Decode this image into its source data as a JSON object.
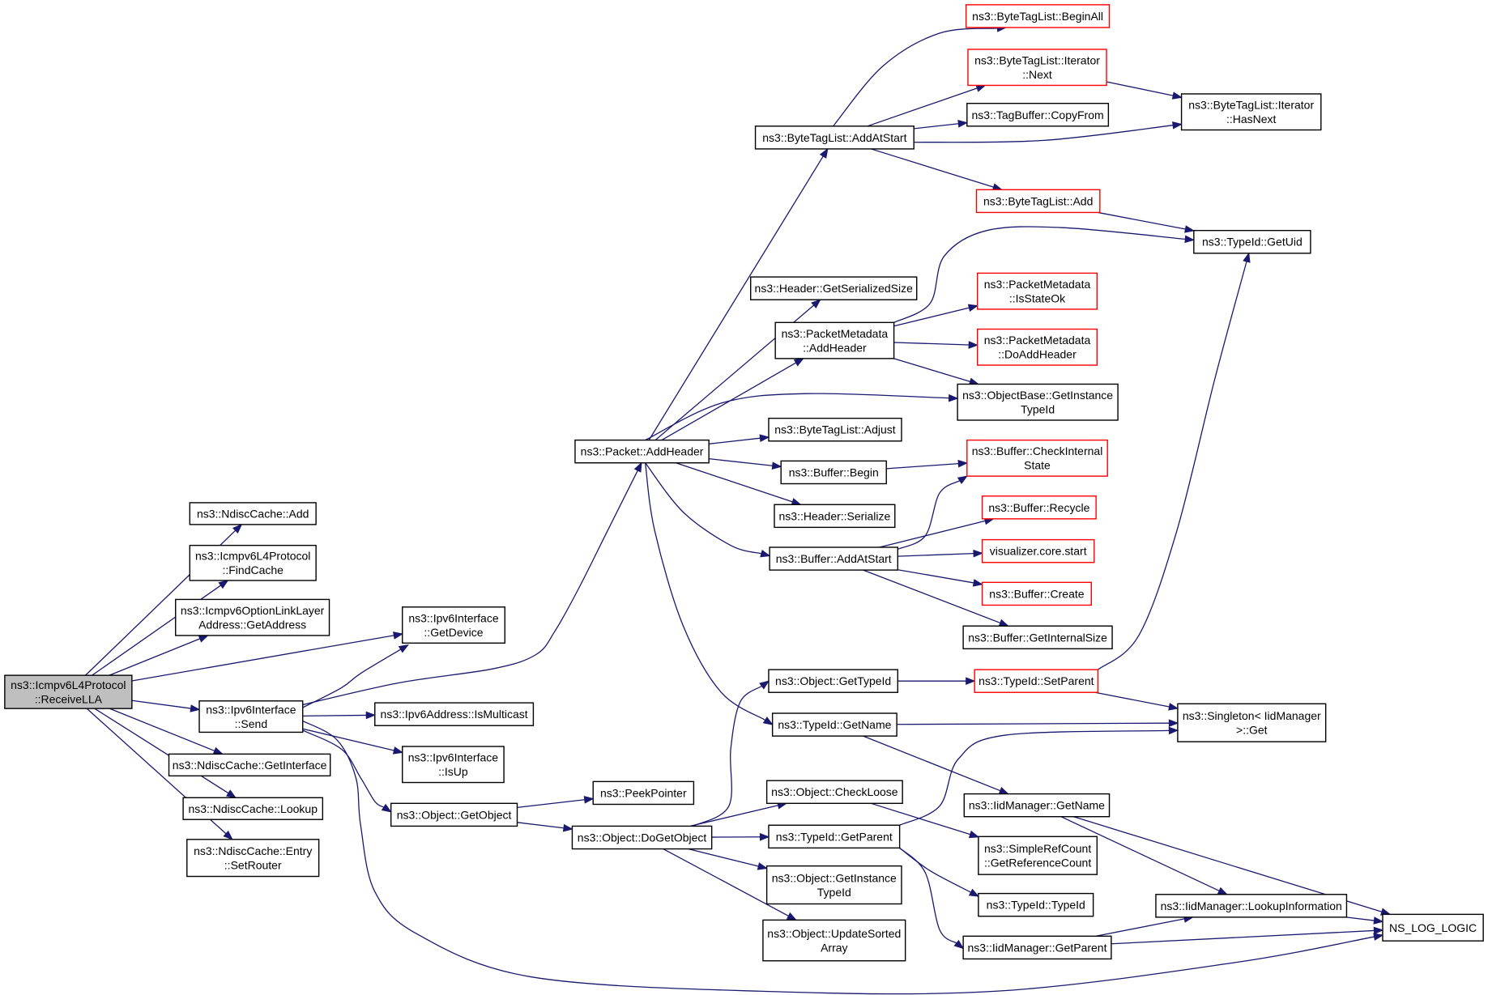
{
  "colors": {
    "edge": "#191970",
    "border_normal": "#000000",
    "border_truncated": "#ff0000",
    "root_fill": "#bfbfbf",
    "background": "#ffffff"
  },
  "nodes": [
    {
      "id": "root",
      "lines": [
        "ns3::Icmpv6L4Protocol",
        "::ReceiveLLA"
      ],
      "style": "root"
    },
    {
      "id": "ndisc_add",
      "lines": [
        "ns3::NdiscCache::Add"
      ],
      "style": "normal"
    },
    {
      "id": "findcache",
      "lines": [
        "ns3::Icmpv6L4Protocol",
        "::FindCache"
      ],
      "style": "normal"
    },
    {
      "id": "getaddress",
      "lines": [
        "ns3::Icmpv6OptionLinkLayer",
        "Address::GetAddress"
      ],
      "style": "normal"
    },
    {
      "id": "getdevice",
      "lines": [
        "ns3::Ipv6Interface",
        "::GetDevice"
      ],
      "style": "normal"
    },
    {
      "id": "send",
      "lines": [
        "ns3::Ipv6Interface",
        "::Send"
      ],
      "style": "normal"
    },
    {
      "id": "getinterface",
      "lines": [
        "ns3::NdiscCache::GetInterface"
      ],
      "style": "normal"
    },
    {
      "id": "lookup",
      "lines": [
        "ns3::NdiscCache::Lookup"
      ],
      "style": "normal"
    },
    {
      "id": "setrouter",
      "lines": [
        "ns3::NdiscCache::Entry",
        "::SetRouter"
      ],
      "style": "normal"
    },
    {
      "id": "ismulticast",
      "lines": [
        "ns3::Ipv6Address::IsMulticast"
      ],
      "style": "normal"
    },
    {
      "id": "isup",
      "lines": [
        "ns3::Ipv6Interface",
        "::IsUp"
      ],
      "style": "normal"
    },
    {
      "id": "getobject",
      "lines": [
        "ns3::Object::GetObject"
      ],
      "style": "normal"
    },
    {
      "id": "peekpointer",
      "lines": [
        "ns3::PeekPointer"
      ],
      "style": "normal"
    },
    {
      "id": "dogetobject",
      "lines": [
        "ns3::Object::DoGetObject"
      ],
      "style": "normal"
    },
    {
      "id": "addheader",
      "lines": [
        "ns3::Packet::AddHeader"
      ],
      "style": "normal"
    },
    {
      "id": "btl_addatstart",
      "lines": [
        "ns3::ByteTagList::AddAtStart"
      ],
      "style": "normal"
    },
    {
      "id": "btl_beginall",
      "lines": [
        "ns3::ByteTagList::BeginAll"
      ],
      "style": "truncated"
    },
    {
      "id": "btl_iter_next",
      "lines": [
        "ns3::ByteTagList::Iterator",
        "::Next"
      ],
      "style": "truncated"
    },
    {
      "id": "tagbuffer_copy",
      "lines": [
        "ns3::TagBuffer::CopyFrom"
      ],
      "style": "normal"
    },
    {
      "id": "btl_iter_hasnext",
      "lines": [
        "ns3::ByteTagList::Iterator",
        "::HasNext"
      ],
      "style": "normal"
    },
    {
      "id": "btl_add",
      "lines": [
        "ns3::ByteTagList::Add"
      ],
      "style": "truncated"
    },
    {
      "id": "getuid",
      "lines": [
        "ns3::TypeId::GetUid"
      ],
      "style": "normal"
    },
    {
      "id": "header_sersize",
      "lines": [
        "ns3::Header::GetSerializedSize"
      ],
      "style": "normal"
    },
    {
      "id": "pm_addheader",
      "lines": [
        "ns3::PacketMetadata",
        "::AddHeader"
      ],
      "style": "normal"
    },
    {
      "id": "pm_isstateok",
      "lines": [
        "ns3::PacketMetadata",
        "::IsStateOk"
      ],
      "style": "truncated"
    },
    {
      "id": "pm_doaddheader",
      "lines": [
        "ns3::PacketMetadata",
        "::DoAddHeader"
      ],
      "style": "truncated"
    },
    {
      "id": "ob_getinstancetypeid",
      "lines": [
        "ns3::ObjectBase::GetInstance",
        "TypeId"
      ],
      "style": "normal"
    },
    {
      "id": "btl_adjust",
      "lines": [
        "ns3::ByteTagList::Adjust"
      ],
      "style": "normal"
    },
    {
      "id": "buffer_begin",
      "lines": [
        "ns3::Buffer::Begin"
      ],
      "style": "normal"
    },
    {
      "id": "buffer_checkinternal",
      "lines": [
        "ns3::Buffer::CheckInternal",
        "State"
      ],
      "style": "truncated"
    },
    {
      "id": "header_serialize",
      "lines": [
        "ns3::Header::Serialize"
      ],
      "style": "normal"
    },
    {
      "id": "buffer_addatstart",
      "lines": [
        "ns3::Buffer::AddAtStart"
      ],
      "style": "normal"
    },
    {
      "id": "buffer_recycle",
      "lines": [
        "ns3::Buffer::Recycle"
      ],
      "style": "truncated"
    },
    {
      "id": "vis_start",
      "lines": [
        "visualizer.core.start"
      ],
      "style": "truncated"
    },
    {
      "id": "buffer_create",
      "lines": [
        "ns3::Buffer::Create"
      ],
      "style": "truncated"
    },
    {
      "id": "buffer_getinternalsize",
      "lines": [
        "ns3::Buffer::GetInternalSize"
      ],
      "style": "normal"
    },
    {
      "id": "obj_gettypeid",
      "lines": [
        "ns3::Object::GetTypeId"
      ],
      "style": "normal"
    },
    {
      "id": "typeid_setparent",
      "lines": [
        "ns3::TypeId::SetParent"
      ],
      "style": "truncated"
    },
    {
      "id": "singleton_get",
      "lines": [
        "ns3::Singleton< IidManager",
        ">::Get"
      ],
      "style": "normal"
    },
    {
      "id": "typeid_getname",
      "lines": [
        "ns3::TypeId::GetName"
      ],
      "style": "normal"
    },
    {
      "id": "iid_getname",
      "lines": [
        "ns3::IidManager::GetName"
      ],
      "style": "normal"
    },
    {
      "id": "obj_checkloose",
      "lines": [
        "ns3::Object::CheckLoose"
      ],
      "style": "normal"
    },
    {
      "id": "simplerefcount",
      "lines": [
        "ns3::SimpleRefCount",
        "::GetReferenceCount"
      ],
      "style": "normal"
    },
    {
      "id": "typeid_getparent",
      "lines": [
        "ns3::TypeId::GetParent"
      ],
      "style": "normal"
    },
    {
      "id": "typeid_typeid",
      "lines": [
        "ns3::TypeId::TypeId"
      ],
      "style": "normal"
    },
    {
      "id": "iid_lookupinfo",
      "lines": [
        "ns3::IidManager::LookupInformation"
      ],
      "style": "normal"
    },
    {
      "id": "ns_log_logic",
      "lines": [
        "NS_LOG_LOGIC"
      ],
      "style": "normal"
    },
    {
      "id": "obj_getinstancetypeid",
      "lines": [
        "ns3::Object::GetInstance",
        "TypeId"
      ],
      "style": "normal"
    },
    {
      "id": "iid_getparent",
      "lines": [
        "ns3::IidManager::GetParent"
      ],
      "style": "normal"
    },
    {
      "id": "obj_updatesorted",
      "lines": [
        "ns3::Object::UpdateSorted",
        "Array"
      ],
      "style": "normal"
    }
  ],
  "edges": [
    [
      "root",
      "ndisc_add"
    ],
    [
      "root",
      "findcache"
    ],
    [
      "root",
      "getaddress"
    ],
    [
      "root",
      "getdevice"
    ],
    [
      "root",
      "send"
    ],
    [
      "root",
      "getinterface"
    ],
    [
      "root",
      "lookup"
    ],
    [
      "root",
      "setrouter"
    ],
    [
      "send",
      "getdevice"
    ],
    [
      "send",
      "addheader"
    ],
    [
      "send",
      "ismulticast"
    ],
    [
      "send",
      "isup"
    ],
    [
      "send",
      "getobject"
    ],
    [
      "send",
      "ns_log_logic"
    ],
    [
      "getobject",
      "peekpointer"
    ],
    [
      "getobject",
      "dogetobject"
    ],
    [
      "addheader",
      "btl_addatstart"
    ],
    [
      "addheader",
      "header_sersize"
    ],
    [
      "addheader",
      "pm_addheader"
    ],
    [
      "addheader",
      "ob_getinstancetypeid"
    ],
    [
      "addheader",
      "btl_adjust"
    ],
    [
      "addheader",
      "buffer_begin"
    ],
    [
      "addheader",
      "header_serialize"
    ],
    [
      "addheader",
      "buffer_addatstart"
    ],
    [
      "addheader",
      "typeid_getname"
    ],
    [
      "btl_addatstart",
      "btl_beginall"
    ],
    [
      "btl_addatstart",
      "btl_iter_next"
    ],
    [
      "btl_addatstart",
      "tagbuffer_copy"
    ],
    [
      "btl_addatstart",
      "btl_iter_hasnext"
    ],
    [
      "btl_addatstart",
      "btl_add"
    ],
    [
      "btl_iter_next",
      "btl_iter_hasnext"
    ],
    [
      "btl_add",
      "getuid"
    ],
    [
      "pm_addheader",
      "getuid"
    ],
    [
      "pm_addheader",
      "pm_isstateok"
    ],
    [
      "pm_addheader",
      "pm_doaddheader"
    ],
    [
      "pm_addheader",
      "ob_getinstancetypeid"
    ],
    [
      "buffer_begin",
      "buffer_checkinternal"
    ],
    [
      "buffer_addatstart",
      "buffer_checkinternal"
    ],
    [
      "buffer_addatstart",
      "buffer_recycle"
    ],
    [
      "buffer_addatstart",
      "vis_start"
    ],
    [
      "buffer_addatstart",
      "buffer_create"
    ],
    [
      "buffer_addatstart",
      "buffer_getinternalsize"
    ],
    [
      "dogetobject",
      "obj_gettypeid"
    ],
    [
      "dogetobject",
      "obj_checkloose"
    ],
    [
      "dogetobject",
      "typeid_getparent"
    ],
    [
      "dogetobject",
      "obj_getinstancetypeid"
    ],
    [
      "dogetobject",
      "obj_updatesorted"
    ],
    [
      "obj_gettypeid",
      "typeid_setparent"
    ],
    [
      "typeid_setparent",
      "getuid"
    ],
    [
      "typeid_setparent",
      "singleton_get"
    ],
    [
      "typeid_getname",
      "singleton_get"
    ],
    [
      "typeid_getname",
      "iid_getname"
    ],
    [
      "iid_getname",
      "iid_lookupinfo"
    ],
    [
      "iid_getname",
      "ns_log_logic"
    ],
    [
      "obj_checkloose",
      "simplerefcount"
    ],
    [
      "typeid_getparent",
      "singleton_get"
    ],
    [
      "typeid_getparent",
      "typeid_typeid"
    ],
    [
      "typeid_getparent",
      "iid_getparent"
    ],
    [
      "iid_getparent",
      "iid_lookupinfo"
    ],
    [
      "iid_getparent",
      "ns_log_logic"
    ],
    [
      "iid_lookupinfo",
      "ns_log_logic"
    ]
  ]
}
